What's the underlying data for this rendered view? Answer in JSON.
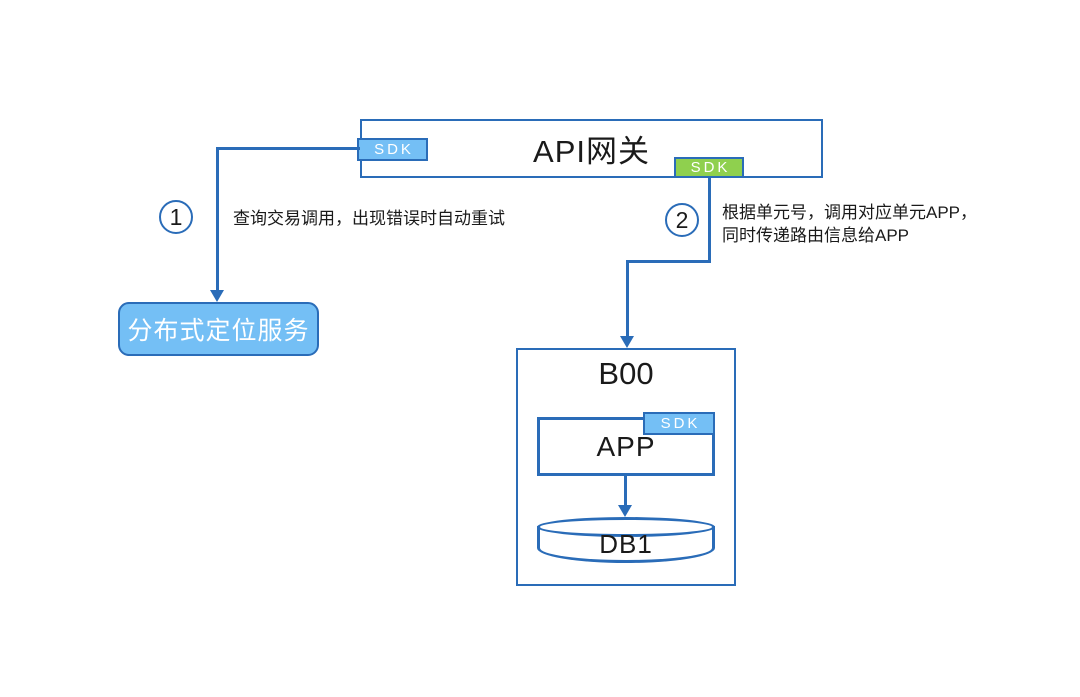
{
  "colors": {
    "line_blue": "#2A6CB8",
    "light_blue_fill": "#74BFF5",
    "green_fill": "#8FD04E",
    "text_black": "#1A1A1A",
    "white": "#FFFFFF"
  },
  "gateway": {
    "title": "API网关",
    "sdk_left_label": "SDK",
    "sdk_right_label": "SDK"
  },
  "steps": [
    {
      "number": "1",
      "lines": [
        "查询交易调用，出现错误时自动重试"
      ]
    },
    {
      "number": "2",
      "lines": [
        "根据单元号，调用对应单元APP，",
        "同时传递路由信息给APP"
      ]
    }
  ],
  "location_service": {
    "label": "分布式定位服务"
  },
  "unit_b00": {
    "title": "B00",
    "app": {
      "label": "APP",
      "sdk_label": "SDK"
    },
    "db": {
      "label": "DB1"
    }
  }
}
